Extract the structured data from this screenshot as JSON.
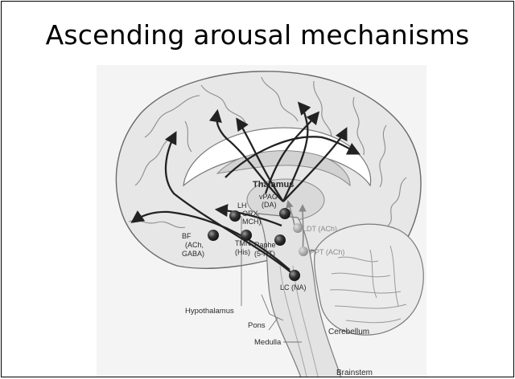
{
  "slide": {
    "title": "Ascending arousal mechanisms"
  },
  "diagram": {
    "labels": {
      "thalamus": "Thalamus",
      "vpag_1": "vPAG",
      "vpag_2": "(DA)",
      "lh_1": "LH",
      "lh_2": "ORX",
      "lh_3": "MCH)",
      "ldt": "LDT (ACh)",
      "bf_1": "BF",
      "bf_2": "(ACh,",
      "bf_3": "GABA)",
      "tmn_1": "TMN",
      "tmn_2": "(His)",
      "raphe_1": "Raphe",
      "raphe_2": "(5-HT)",
      "ppt": "PPT (ACh)",
      "lc": "LC (NA)",
      "hypothalamus": "Hypothalamus",
      "pons": "Pons",
      "cerebellum": "Cerebellum",
      "medulla": "Medulla",
      "brainstem": "Brainstem"
    }
  }
}
